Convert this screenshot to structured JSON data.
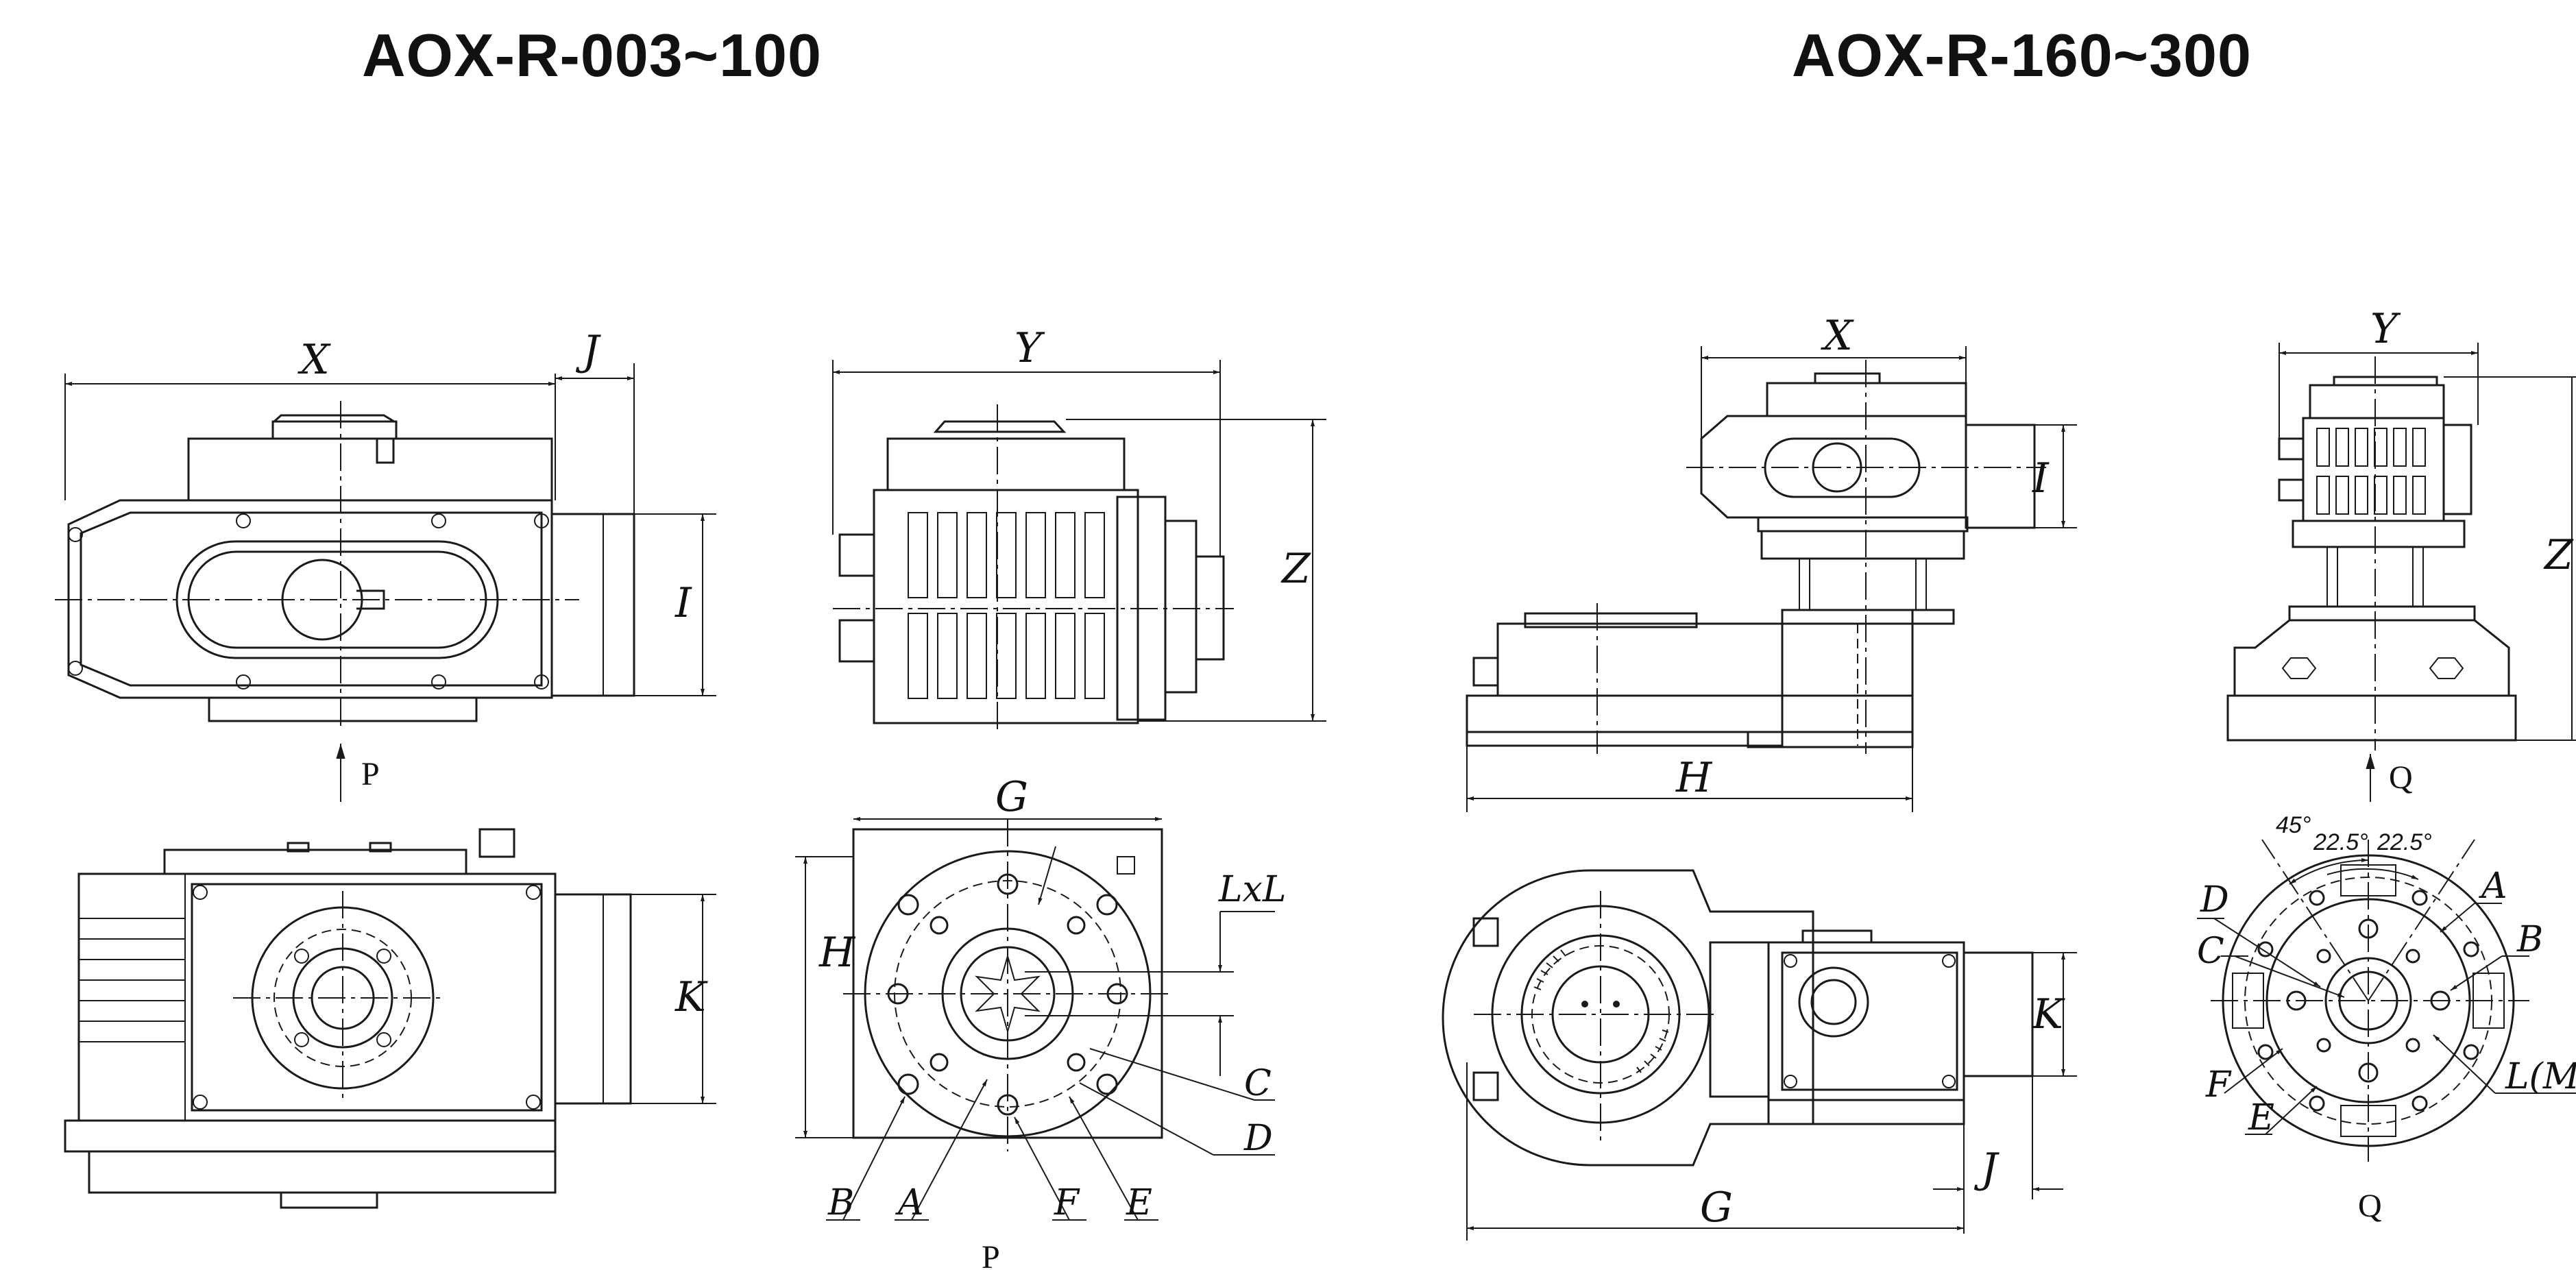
{
  "titles": {
    "left": "AOX-R-003~100",
    "right": "AOX-R-160~300"
  },
  "left_views": {
    "front": {
      "dim_width": "X",
      "dim_ext": "J",
      "dim_height": "I",
      "view_arrow": "P"
    },
    "side": {
      "dim_width": "Y",
      "dim_height": "Z"
    },
    "bottom": {
      "dim_height": "K"
    },
    "flange": {
      "dim_width": "G",
      "dim_height": "H",
      "dim_square": "LxL",
      "callouts": [
        "A",
        "B",
        "C",
        "D",
        "E",
        "F"
      ],
      "view_label": "P"
    }
  },
  "right_views": {
    "front": {
      "dim_width": "X",
      "dim_height": "I",
      "dim_length": "H"
    },
    "side": {
      "dim_width": "Y",
      "dim_height": "Z",
      "view_arrow": "Q"
    },
    "bottom": {
      "dim_height": "K",
      "dim_ext": "J",
      "dim_length": "G"
    },
    "flange": {
      "angles": [
        "45°",
        "22.5°",
        "22.5°"
      ],
      "callouts": [
        "A",
        "B",
        "C",
        "D",
        "E",
        "F"
      ],
      "thread_label": "L(Ma",
      "view_label": "Q"
    }
  }
}
